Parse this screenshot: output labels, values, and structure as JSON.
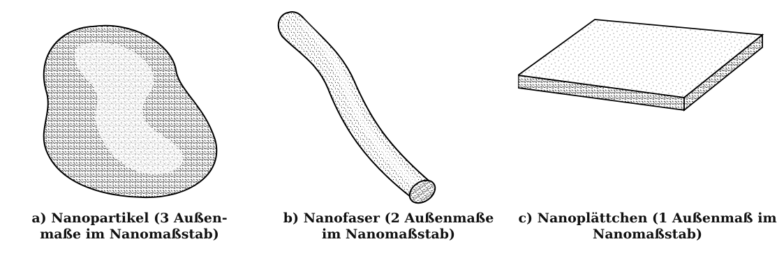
{
  "figure": {
    "panels": [
      {
        "id": "a",
        "caption_line1": "a) Nanopartikel (3 Außen-",
        "caption_line2": "maße im Nanomaßstab)"
      },
      {
        "id": "b",
        "caption_line1": "b) Nanofaser (2 Außenmaße",
        "caption_line2": "im Nanomaßstab)"
      },
      {
        "id": "c",
        "caption_line1": "c) Nanoplättchen (1 Außenmaß im",
        "caption_line2": "Nanomaßstab)"
      }
    ]
  }
}
